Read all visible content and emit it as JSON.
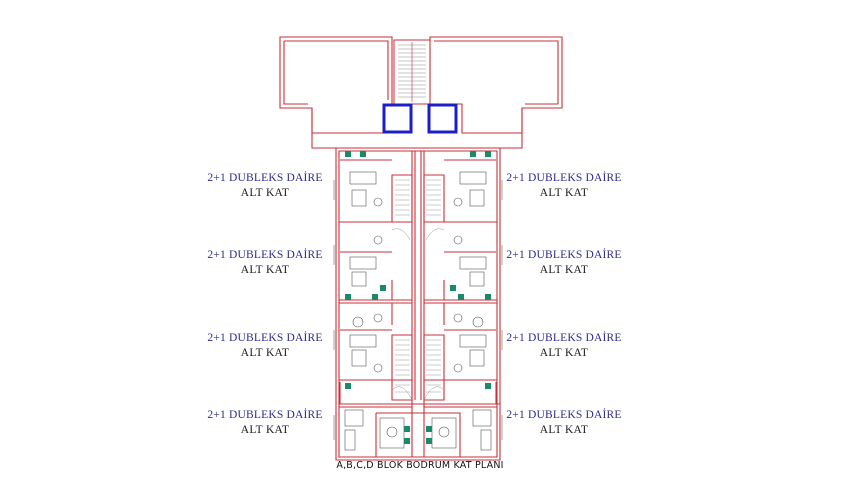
{
  "plan": {
    "caption": "A,B,C,D BLOK BODRUM KAT PLANI",
    "units": [
      {
        "side": "left",
        "row": 1,
        "title": "2+1 DUBLEKS DAİRE",
        "subtitle": "ALT KAT"
      },
      {
        "side": "right",
        "row": 1,
        "title": "2+1 DUBLEKS DAİRE",
        "subtitle": "ALT KAT"
      },
      {
        "side": "left",
        "row": 2,
        "title": "2+1 DUBLEKS DAİRE",
        "subtitle": "ALT KAT"
      },
      {
        "side": "right",
        "row": 2,
        "title": "2+1 DUBLEKS DAİRE",
        "subtitle": "ALT KAT"
      },
      {
        "side": "left",
        "row": 3,
        "title": "2+1 DUBLEKS DAİRE",
        "subtitle": "ALT KAT"
      },
      {
        "side": "right",
        "row": 3,
        "title": "2+1 DUBLEKS DAİRE",
        "subtitle": "ALT KAT"
      },
      {
        "side": "left",
        "row": 4,
        "title": "2+1 DUBLEKS DAİRE",
        "subtitle": "ALT KAT"
      },
      {
        "side": "right",
        "row": 4,
        "title": "2+1 DUBLEKS DAİRE",
        "subtitle": "ALT KAT"
      }
    ],
    "colors": {
      "wall": "#c8313b",
      "furniture": "#555555",
      "elevator": "#1e1ec8",
      "wet_area": "#1a8a6a",
      "label_title": "#2c2c8c",
      "label_subtitle": "#1a1a1a"
    }
  }
}
